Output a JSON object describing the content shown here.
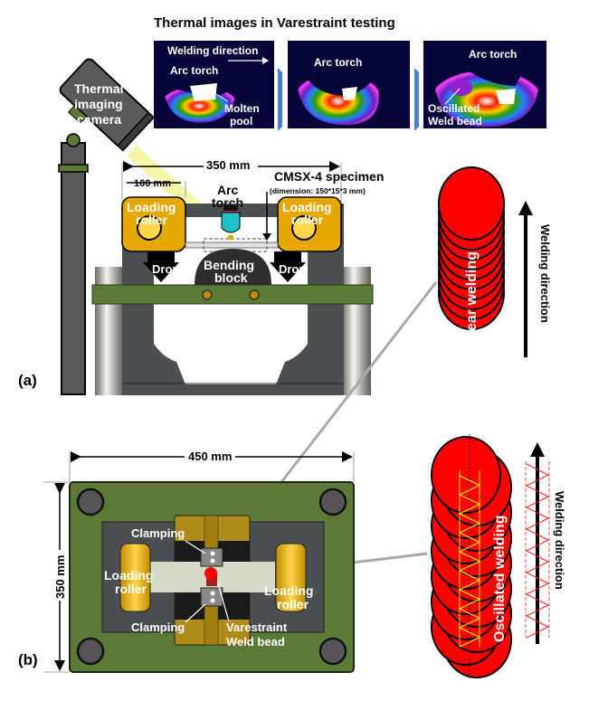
{
  "title": "Thermal images in Varestraint testing",
  "thermal_panels": [
    {
      "labels": [
        "Welding direction",
        "Arc torch",
        "Molten",
        "pool"
      ]
    },
    {
      "labels": [
        "Arc torch"
      ]
    },
    {
      "labels": [
        "Arc torch",
        "Oscillated",
        "Weld bead"
      ]
    }
  ],
  "panel_a": {
    "label": "(a)",
    "camera_label": [
      "Thermal",
      "imaging",
      "camera"
    ],
    "dim_total": "350 mm",
    "dim_roller": "100 mm",
    "specimen_title": "CMSX-4 specimen",
    "specimen_dim": "(dimension: 150*15*3 mm)",
    "torch_label": [
      "Arc",
      "torch"
    ],
    "roller_label": [
      "Loading",
      "roller"
    ],
    "drop_label": "Drop",
    "bending_label": [
      "Bending",
      "block"
    ]
  },
  "panel_b": {
    "label": "(b)",
    "dim_width": "450 mm",
    "dim_height": "350 mm",
    "clamping_label": "Clamping",
    "roller_label": [
      "Loading",
      "roller"
    ],
    "bead_label": [
      "Varestraint",
      "Weld bead"
    ]
  },
  "linear": {
    "label": "Linear welding",
    "direction_label": "Welding direction"
  },
  "oscillated": {
    "label": "Oscillated welding",
    "direction_label": "Welding direction"
  },
  "colors": {
    "bead_red": "#ff0000",
    "frame_green": "#5a7a35",
    "roller_gold": "#e6a800",
    "steel_gray": "#4a4f52",
    "thermal_bg": "#05053a",
    "oscillation_yellow": "#ffee00"
  }
}
